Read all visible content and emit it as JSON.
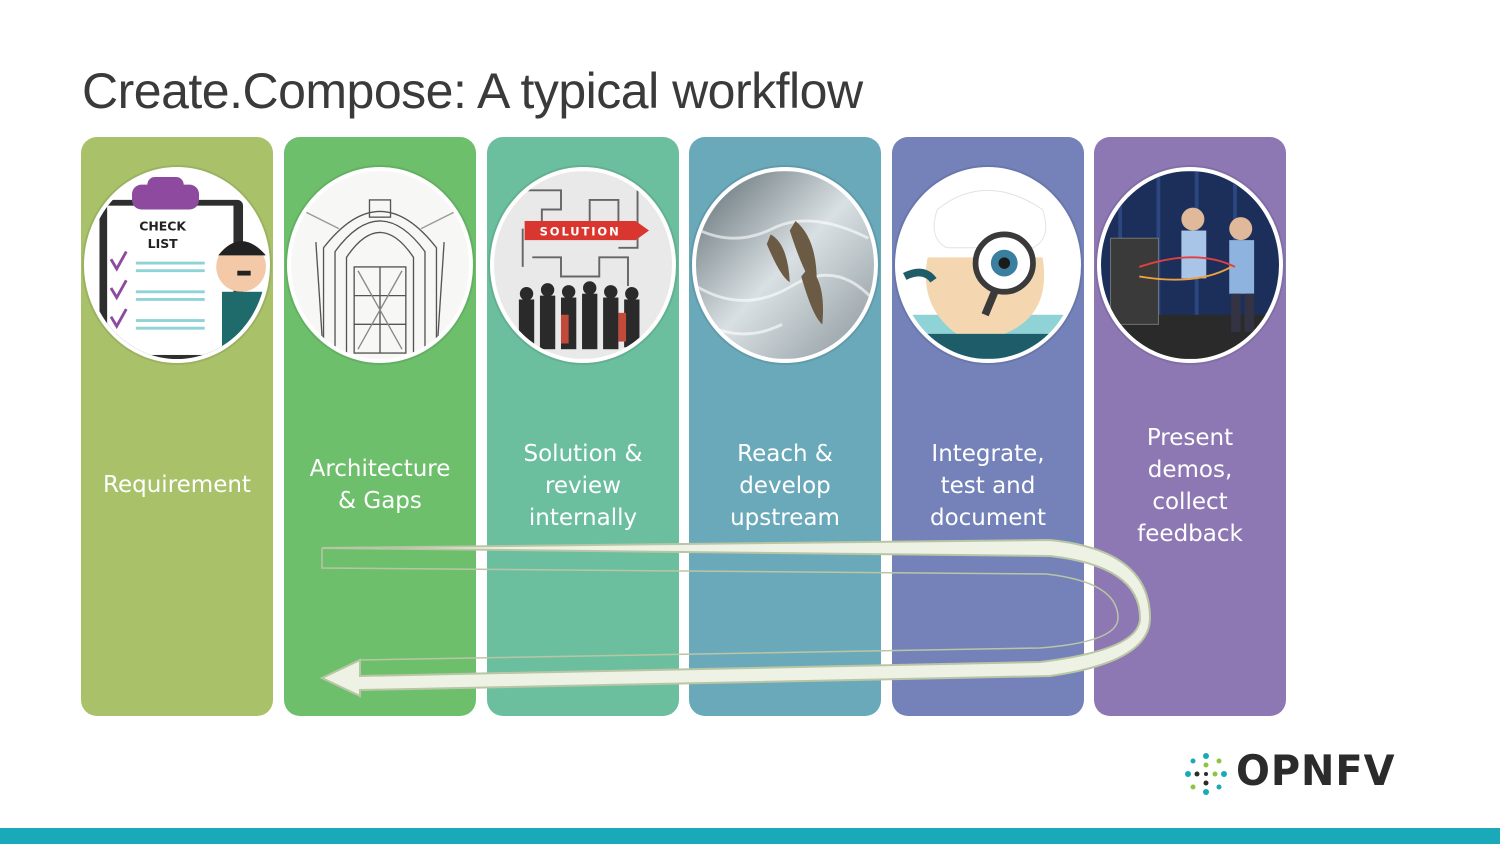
{
  "slide": {
    "title": "Create.Compose: A typical workflow"
  },
  "columns": [
    {
      "id": "requirement",
      "label_lines": [
        "Requirement"
      ],
      "color": "#a9c26a",
      "image": "checklist-clipboard"
    },
    {
      "id": "architecture",
      "label_lines": [
        "Architecture",
        "& Gaps"
      ],
      "color": "#6dbf6c",
      "image": "architecture-sketch"
    },
    {
      "id": "solution",
      "label_lines": [
        "Solution &",
        "review",
        "internally"
      ],
      "color": "#6cbf9e",
      "image": "solution-maze-crowd"
    },
    {
      "id": "upstream",
      "label_lines": [
        "Reach &",
        "develop",
        "upstream"
      ],
      "color": "#6aa9ba",
      "image": "salmon-jumping-waterfall"
    },
    {
      "id": "integrate",
      "label_lines": [
        "Integrate,",
        "test and",
        "document"
      ],
      "color": "#7482b9",
      "image": "magnifier-inspector"
    },
    {
      "id": "present",
      "label_lines": [
        "Present",
        "demos,",
        "collect",
        "feedback"
      ],
      "color": "#8d78b4",
      "image": "demo-stage-photo"
    }
  ],
  "checklist_image_text": {
    "line1": "CHECK",
    "line2": "LIST"
  },
  "solution_image_text": "SOLUTION",
  "feedback_arrow": {
    "color": "#eef2e4",
    "outline": "#b9c6a6",
    "icon": "u-turn-return-arrow"
  },
  "logo": {
    "text": "OPNFV",
    "icon": "opnfv-burst-icon",
    "color": "#2b2b2b",
    "accent": "#1aa9b8"
  },
  "bottom_bar": {
    "color": "#1aa9b8"
  }
}
